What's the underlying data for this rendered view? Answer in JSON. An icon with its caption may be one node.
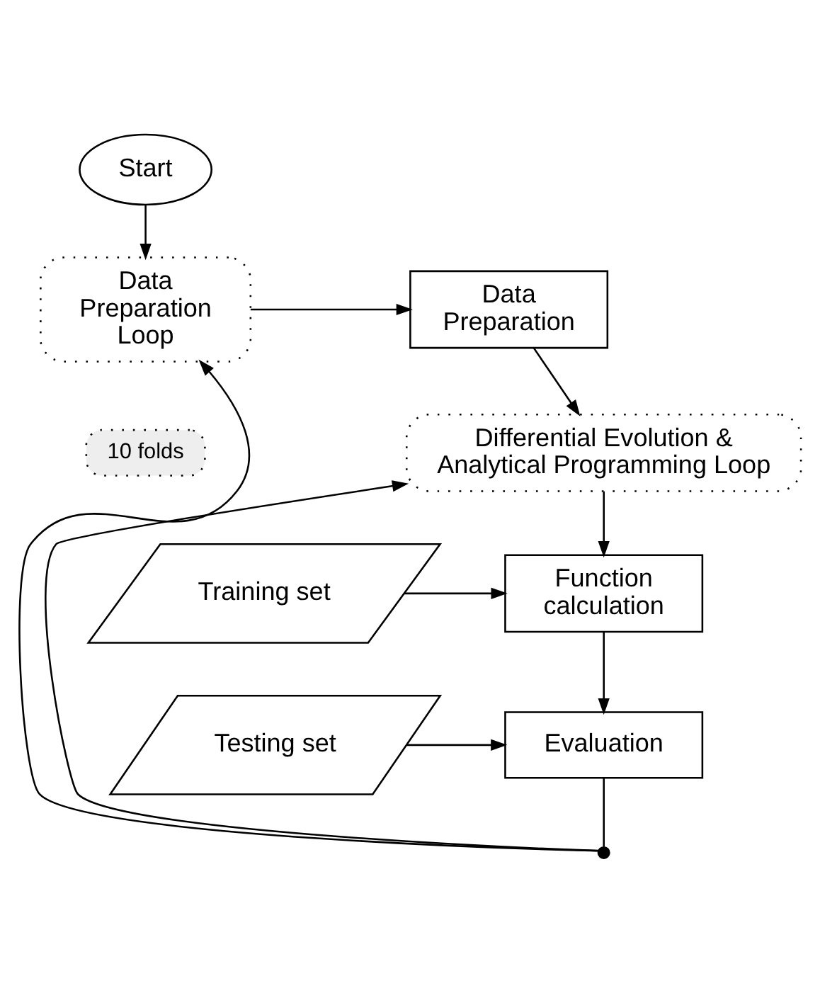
{
  "diagram": {
    "nodes": [
      {
        "text": [
          "Start"
        ]
      },
      {
        "text": [
          "Data Preparation Loop"
        ]
      },
      {
        "text": [
          "10 folds"
        ]
      },
      {
        "text": [
          "Data Preparation"
        ]
      },
      {
        "text": [
          "Differential Evolution & Analytical Programming Loop"
        ]
      },
      {
        "text": [
          "Training set"
        ]
      },
      {
        "text": [
          "Function calculation"
        ]
      },
      {
        "text": [
          "Testing set"
        ]
      },
      {
        "text": [
          "Evaluation"
        ]
      },
      {
        "text": [],
        "shape": "circle"
      }
    ],
    "edges": [
      {
        "from": 0,
        "to": 1,
        "arrow": "to"
      },
      {
        "from": 1,
        "to": 3,
        "arrow": "to"
      },
      {
        "from": 3,
        "to": 4,
        "arrow": "to"
      },
      {
        "from": 4,
        "to": 6,
        "arrow": "to"
      },
      {
        "from": 5,
        "to": 6,
        "arrow": "to"
      },
      {
        "from": 6,
        "to": 8,
        "arrow": "to"
      },
      {
        "from": 7,
        "to": 8,
        "arrow": "to"
      },
      {
        "from": 8,
        "to": 9,
        "arrow": "none"
      },
      {
        "from": 9,
        "to": 4,
        "arrow": "to"
      },
      {
        "from": 9,
        "to": 1,
        "arrow": "to"
      }
    ]
  }
}
